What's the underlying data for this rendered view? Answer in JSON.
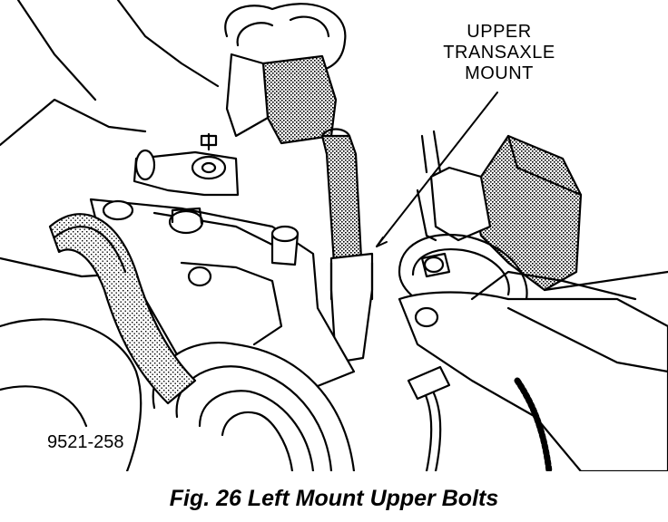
{
  "callout": {
    "line1": "UPPER",
    "line2": "TRANSAXLE",
    "line3": "MOUNT"
  },
  "part_number": "9521-258",
  "caption": "Fig. 26 Left Mount Upper Bolts",
  "colors": {
    "ink": "#000000",
    "paper": "#ffffff"
  }
}
